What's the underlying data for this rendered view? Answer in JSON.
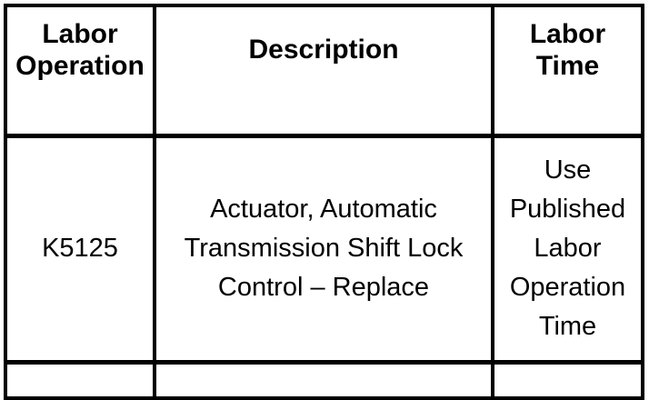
{
  "table": {
    "background": "#ffffff",
    "border_color": "#000000",
    "headers": {
      "labor_operation": "Labor\nOperation",
      "description": "Description",
      "labor_time": "Labor\nTime"
    },
    "rows": [
      {
        "labor_operation": "K5125",
        "description": "Actuator, Automatic\nTransmission Shift Lock\nControl – Replace",
        "labor_time": "Use\nPublished\nLabor\nOperation\nTime"
      }
    ]
  }
}
